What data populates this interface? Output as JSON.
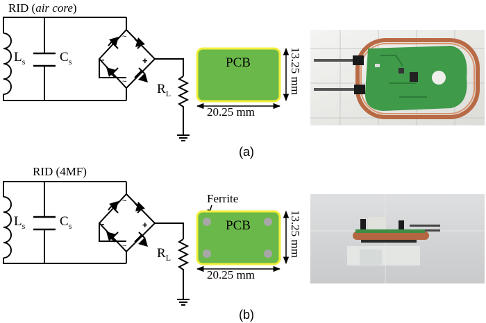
{
  "panels": [
    {
      "title_main": "RID (",
      "title_italic": "air core",
      "title_close": ")",
      "inductor_main": "L",
      "inductor_sub": "s",
      "capacitor_main": "C",
      "capacitor_sub": "s",
      "load_main": "R",
      "load_sub": "L",
      "pcb_label": "PCB",
      "height_label": "13.25 mm",
      "width_label": "20.25 mm",
      "caption": "(a)",
      "photo": "air-core-coil-pcb-photo"
    },
    {
      "title_main": "RID (4MF)",
      "title_italic": "",
      "title_close": "",
      "inductor_main": "L",
      "inductor_sub": "s",
      "capacitor_main": "C",
      "capacitor_sub": "s",
      "load_main": "R",
      "load_sub": "L",
      "pcb_label": "PCB",
      "ferrite_label": "Ferrite",
      "height_label": "13.25 mm",
      "width_label": "20.25 mm",
      "caption": "(b)",
      "photo": "ferrite-coil-pcb-side-photo"
    }
  ],
  "colors": {
    "pcb_fill": "#6ab84a",
    "pcb_border": "#f2ee3a",
    "ferrite": "#a7a7a7",
    "wire": "#000000"
  }
}
